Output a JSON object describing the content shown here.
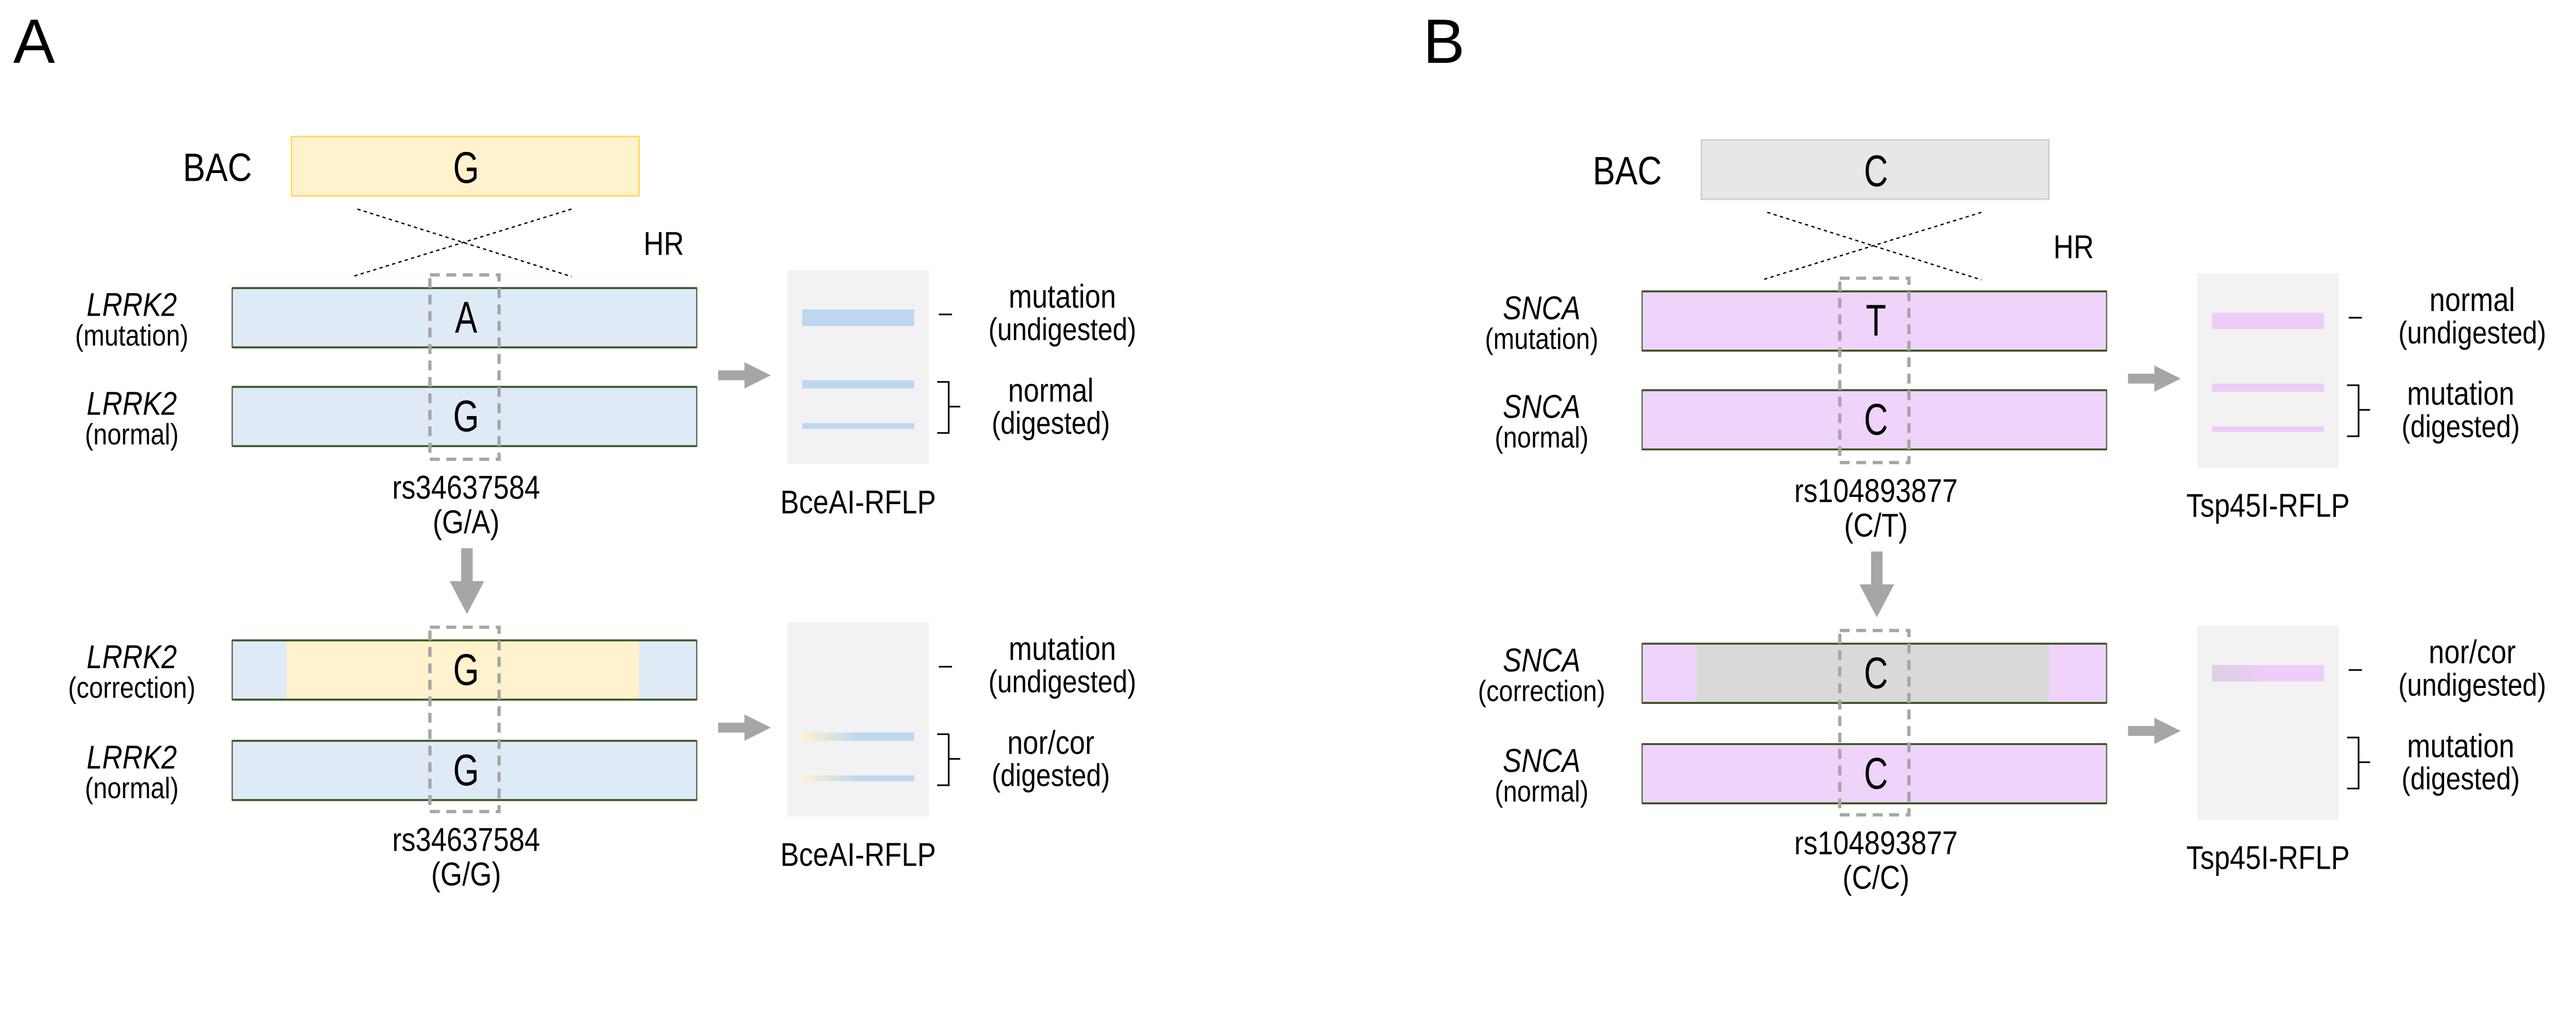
{
  "colors": {
    "bar_border": "#385723",
    "dashed_box": "#a6a6a6",
    "arrow": "#a6a6a6",
    "gel": "#f2f2f2"
  },
  "panels": [
    {
      "label": "A",
      "bac": {
        "label": "BAC",
        "allele": "G",
        "fill": "#fff2cc",
        "stroke": "#ffd966"
      },
      "hr": "HR",
      "bar_fill": "#deebf7",
      "band_fill": "#bdd7ee",
      "insert_fill": "#fff2cc",
      "top": {
        "rows": [
          {
            "gene": "LRRK2",
            "state": "(mutation)",
            "allele": "A"
          },
          {
            "gene": "LRRK2",
            "state": "(normal)",
            "allele": "G"
          }
        ],
        "snp": "rs34637584",
        "genotype": "(G/A)",
        "rflp": "BceAI-RFLP",
        "bands": [
          "undigested",
          "digested-large",
          "digested-small"
        ],
        "gel_labels": [
          {
            "name": "mutation",
            "sub": "(undigested)"
          },
          {
            "name": "normal",
            "sub": "(digested)"
          }
        ]
      },
      "bottom": {
        "rows": [
          {
            "gene": "LRRK2",
            "state": "(correction)",
            "allele": "G"
          },
          {
            "gene": "LRRK2",
            "state": "(normal)",
            "allele": "G"
          }
        ],
        "snp": "rs34637584",
        "genotype": "(G/G)",
        "rflp": "BceAI-RFLP",
        "bands": [
          "digested-large",
          "digested-small"
        ],
        "gel_labels": [
          {
            "name": "mutation",
            "sub": "(undigested)"
          },
          {
            "name": "nor/cor",
            "sub": "(digested)"
          }
        ]
      }
    },
    {
      "label": "B",
      "bac": {
        "label": "BAC",
        "allele": "C",
        "fill": "#e7e7e7",
        "stroke": "#d0d0d0"
      },
      "hr": "HR",
      "bar_fill": "#f0d3fa",
      "band_fill": "#eecdf9",
      "insert_fill": "#d9d9d9",
      "top": {
        "rows": [
          {
            "gene": "SNCA",
            "state": "(mutation)",
            "allele": "T"
          },
          {
            "gene": "SNCA",
            "state": "(normal)",
            "allele": "C"
          }
        ],
        "snp": "rs104893877",
        "genotype": "(C/T)",
        "rflp": "Tsp45I-RFLP",
        "bands": [
          "undigested",
          "digested-large",
          "digested-small"
        ],
        "gel_labels": [
          {
            "name": "normal",
            "sub": "(undigested)"
          },
          {
            "name": "mutation",
            "sub": "(digested)"
          }
        ]
      },
      "bottom": {
        "rows": [
          {
            "gene": "SNCA",
            "state": "(correction)",
            "allele": "C"
          },
          {
            "gene": "SNCA",
            "state": "(normal)",
            "allele": "C"
          }
        ],
        "snp": "rs104893877",
        "genotype": "(C/C)",
        "rflp": "Tsp45I-RFLP",
        "bands": [
          "undigested"
        ],
        "gel_labels": [
          {
            "name": "nor/cor",
            "sub": "(undigested)"
          },
          {
            "name": "mutation",
            "sub": "(digested)"
          }
        ]
      }
    }
  ]
}
